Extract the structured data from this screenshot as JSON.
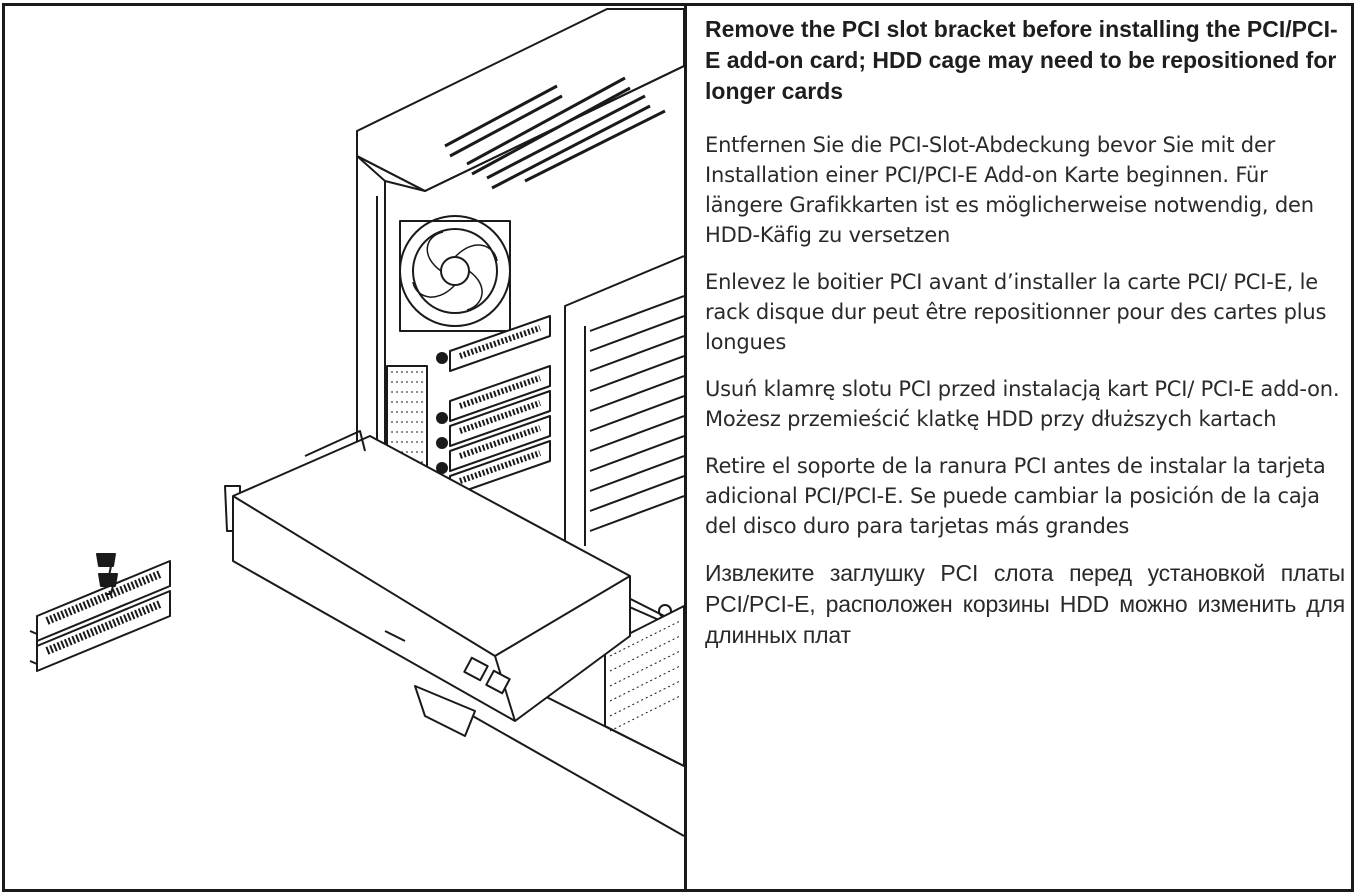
{
  "instructions": {
    "heading": "Remove the PCI slot bracket before installing the PCI/PCI-E add-on card; HDD cage may need to be repositioned for longer cards",
    "de": "Entfernen Sie die PCI-Slot-Abdeckung bevor Sie mit der Installation einer PCI/PCI-E Add-on Karte beginnen. Für längere Grafikkarten ist es möglicherweise notwendig, den HDD-Käfig zu versetzen",
    "fr": "Enlevez le boitier PCI avant d’installer la carte PCI/ PCI-E, le rack disque dur peut être repositionner pour des cartes plus longues",
    "pl": "Usuń klamrę slotu PCI przed instalacją kart PCI/ PCI-E add-on. Możesz przemieścić klatkę HDD przy dłuższych kartach",
    "es": "Retire el soporte de la ranura PCI antes de instalar la tarjeta adicional PCI/PCI-E. Se puede cambiar la posición de la caja del disco duro para tarjetas más grandes",
    "ru": "Извлеките заглушку PCI слота перед установкой платы PCI/PCI-E, расположен корзины HDD можно изменить для длинных плат"
  },
  "illustration": {
    "icon": "pc-case-pci-card-installation-diagram",
    "line_color": "#1a1a1a"
  }
}
